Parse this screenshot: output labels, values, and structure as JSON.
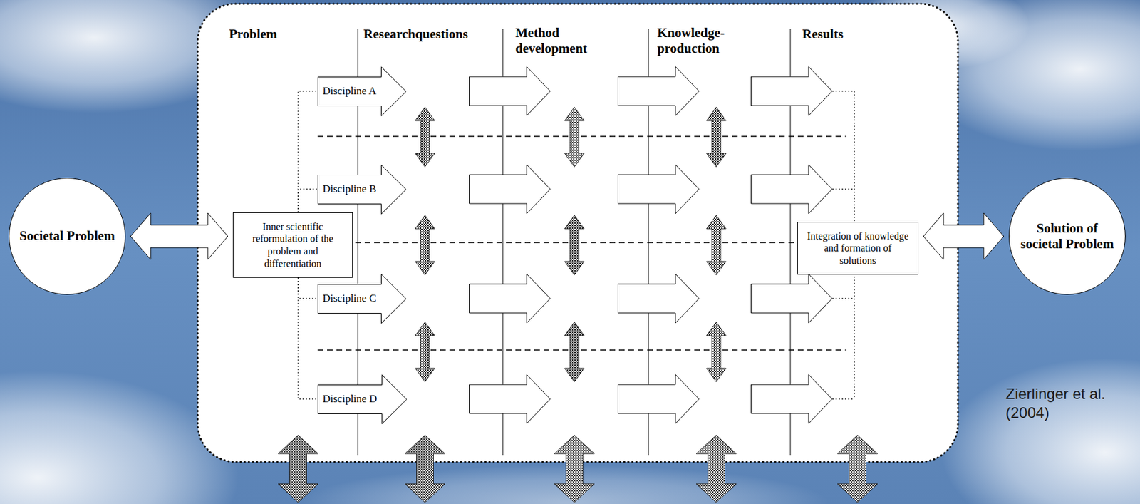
{
  "diagram": {
    "nodes": [
      {
        "text": [
          "Societal Problem"
        ]
      },
      {
        "text": [
          "Inner scientific reformulation of the problem and differentiation"
        ]
      },
      {
        "text": [
          "Discipline A"
        ]
      },
      {
        "text": [
          "Discipline B"
        ]
      },
      {
        "text": [
          "Discipline C"
        ]
      },
      {
        "text": [
          "Discipline D"
        ]
      },
      {
        "text": [
          "Integration of knowledge and formation of solutions"
        ]
      },
      {
        "text": [
          "Solution of societal Problem"
        ]
      }
    ],
    "edges": [
      {
        "from": 0,
        "to": 1,
        "arrow": "both"
      },
      {
        "from": 1,
        "to": 2,
        "arrow": "none"
      },
      {
        "from": 1,
        "to": 3,
        "arrow": "none"
      },
      {
        "from": 1,
        "to": 4,
        "arrow": "none"
      },
      {
        "from": 1,
        "to": 5,
        "arrow": "none"
      },
      {
        "from": 6,
        "to": 7,
        "arrow": "both"
      }
    ],
    "labels": [
      "Problem",
      "Researchquestions",
      "Method development",
      "Knowledge-production",
      "Results",
      "Zierlinger et al. (2004)"
    ]
  }
}
